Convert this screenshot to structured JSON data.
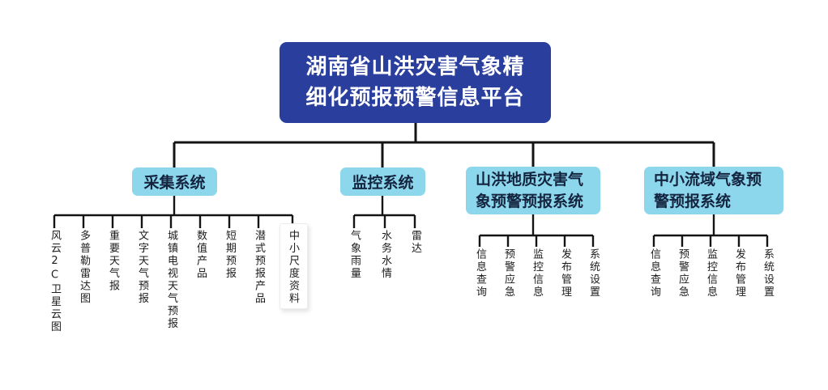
{
  "diagram": {
    "root": {
      "lines": [
        "湖南省山洪灾害气象精",
        "细化预报预警信息平台"
      ]
    },
    "branches": [
      {
        "lines": [
          "采集系统"
        ],
        "leaves": [
          "风云2C卫星云图",
          "多普勒雷达图",
          "重要天气报",
          "文字天气预报",
          "城镇电视天气预报",
          "数值产品",
          "短期预报",
          "潜式预报产品",
          "中小尺度资料"
        ]
      },
      {
        "lines": [
          "监控系统"
        ],
        "leaves": [
          "气象雨量",
          "水务水情",
          "雷达"
        ]
      },
      {
        "lines": [
          "山洪地质灾害气",
          "象预警预报系统"
        ],
        "leaves": [
          "信息查询",
          "预警应急",
          "监控信息",
          "发布管理",
          "系统设置"
        ]
      },
      {
        "lines": [
          "中小流域气象预",
          "警预报系统"
        ],
        "leaves": [
          "信息查询",
          "预警应急",
          "监控信息",
          "发布管理",
          "系统设置"
        ]
      }
    ],
    "highlighted_leaf": "中小尺度资料",
    "colors": {
      "root_bg": "#2a3f9d",
      "root_text": "#ffffff",
      "branch_bg": "#8dd7ec",
      "branch_text": "#14243f",
      "line": "#141414",
      "leaf_text": "#1c1c1c",
      "highlight_bg": "#ffffff"
    }
  }
}
